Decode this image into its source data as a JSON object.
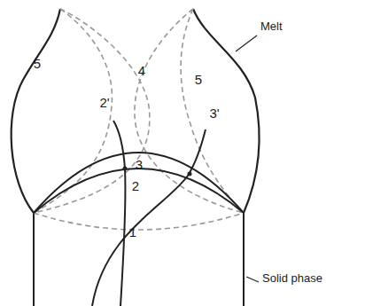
{
  "diagram": {
    "labels": [
      "5",
      "2'",
      "4",
      "5",
      "Melt",
      "3'",
      "3",
      "2",
      "1",
      "Solid phase"
    ]
  }
}
